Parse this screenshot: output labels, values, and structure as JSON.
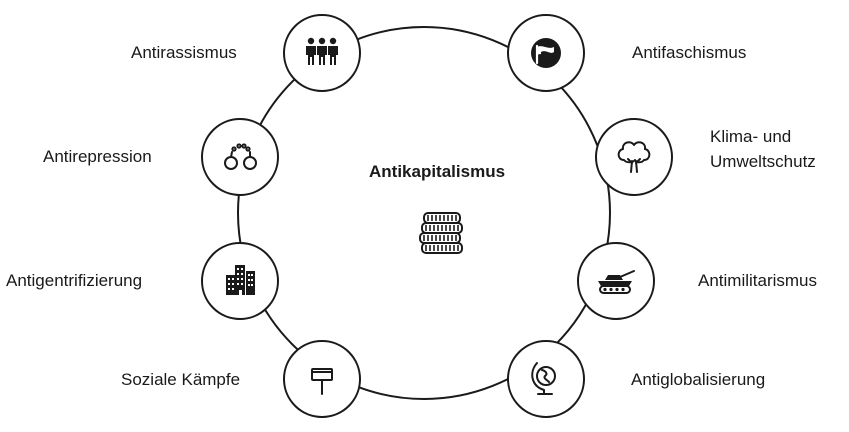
{
  "center": {
    "label": "Antikapitalismus",
    "icon": "coin-stack-icon"
  },
  "nodes": [
    {
      "label": "Antirassismus",
      "icon": "people-group-icon"
    },
    {
      "label": "Antifaschismus",
      "icon": "antifa-flag-icon"
    },
    {
      "label": "Antirepression",
      "icon": "handcuffs-icon"
    },
    {
      "label_line1": "Klima- und",
      "label_line2": "Umweltschutz",
      "icon": "tree-icon"
    },
    {
      "label": "Antigentrifizierung",
      "icon": "buildings-icon"
    },
    {
      "label": "Antimilitarismus",
      "icon": "tank-icon"
    },
    {
      "label": "Soziale Kämpfe",
      "icon": "protest-sign-icon"
    },
    {
      "label": "Antiglobalisierung",
      "icon": "globe-icon"
    }
  ]
}
